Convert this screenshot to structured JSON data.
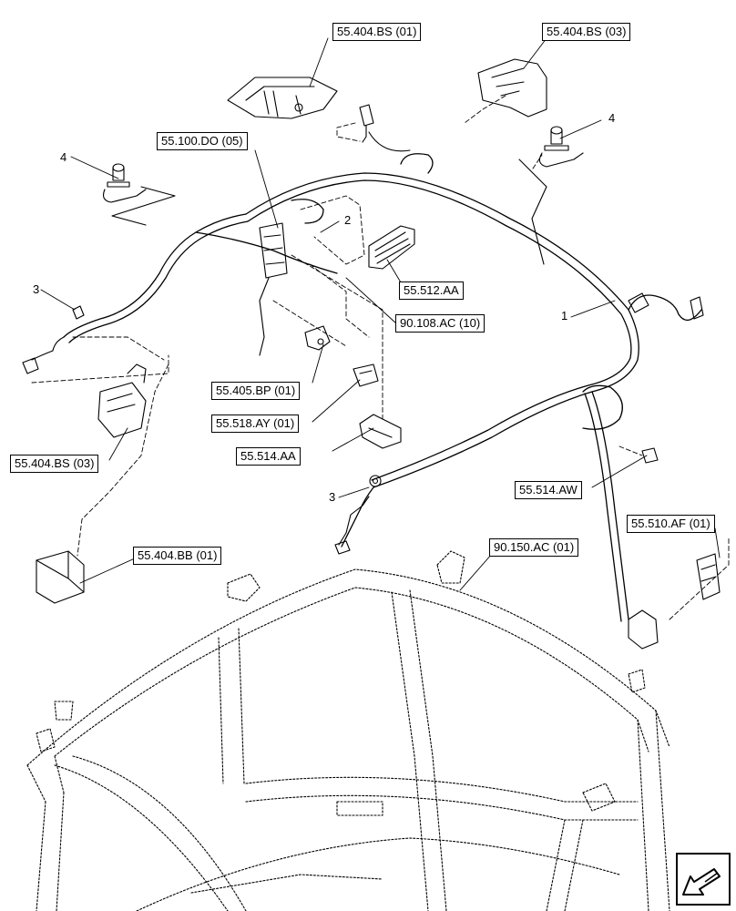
{
  "references": {
    "r_404bs_01": "55.404.BS (01)",
    "r_404bs_03_top": "55.404.BS (03)",
    "r_100do_05": "55.100.DO (05)",
    "r_512aa": "55.512.AA",
    "r_108ac_10": "90.108.AC (10)",
    "r_405bp_01": "55.405.BP (01)",
    "r_518ay_01": "55.518.AY (01)",
    "r_514aa": "55.514.AA",
    "r_404bs_03_left": "55.404.BS (03)",
    "r_514aw": "55.514.AW",
    "r_510af_01": "55.510.AF (01)",
    "r_404bb_01": "55.404.BB (01)",
    "r_150ac_01": "90.150.AC (01)"
  },
  "callouts": {
    "c4_left": "4",
    "c4_right": "4",
    "c3_top": "3",
    "c3_bottom": "3",
    "c2": "2",
    "c1": "1"
  },
  "icons": {
    "nav": "next-page-arrow-icon"
  },
  "colors": {
    "line": "#000000",
    "background": "#ffffff"
  }
}
